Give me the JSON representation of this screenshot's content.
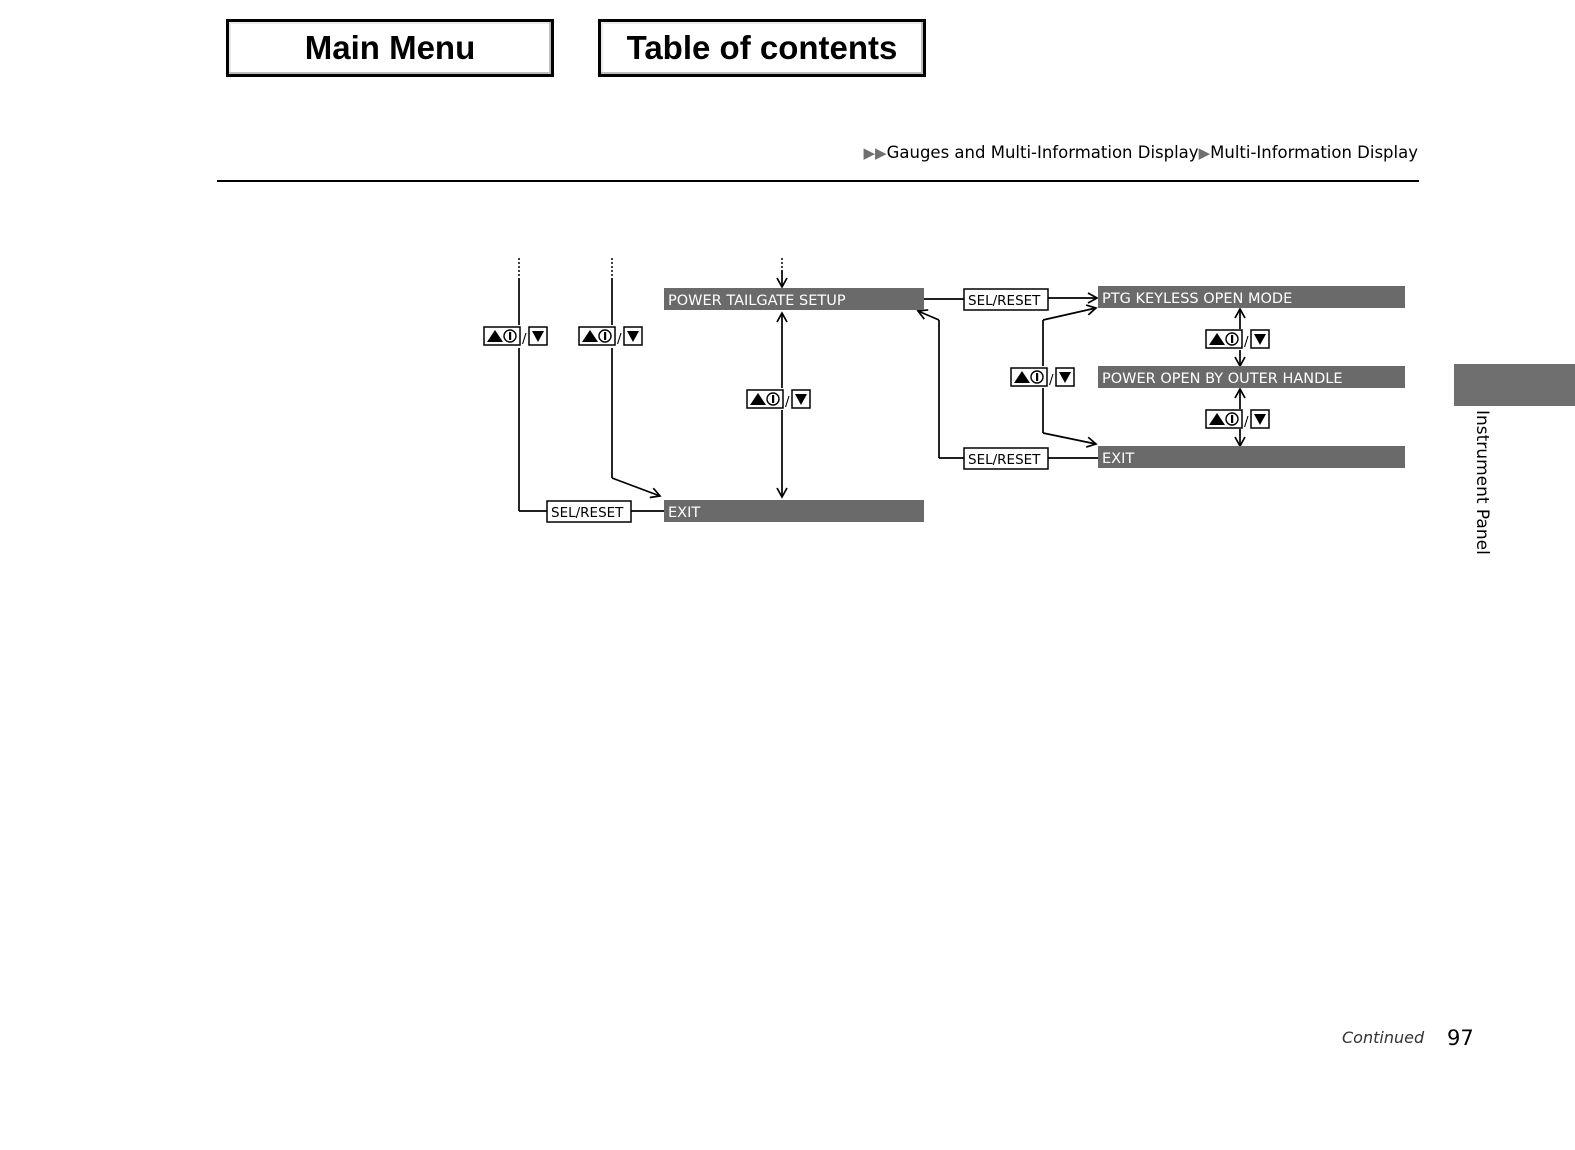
{
  "nav": {
    "main_menu": "Main Menu",
    "table_of_contents": "Table of contents"
  },
  "breadcrumb": {
    "arrows": "▶▶",
    "section": "Gauges and Multi-Information Display",
    "separator": "▶",
    "page": "Multi-Information Display"
  },
  "sidebar": {
    "label": "Instrument Panel"
  },
  "diagram": {
    "menu_items": {
      "power_tailgate_setup": "POWER TAILGATE SETUP",
      "exit_left": "EXIT",
      "ptg_keyless_open_mode": "PTG KEYLESS OPEN MODE",
      "power_open_by_outer_handle": "POWER OPEN BY OUTER HANDLE",
      "exit_right": "EXIT"
    },
    "buttons": {
      "sel_reset": "SEL/RESET",
      "up_down_slash": "/"
    }
  },
  "footer": {
    "continued": "Continued",
    "page_number": "97"
  },
  "colors": {
    "menu_bar": "#6a6a6a",
    "side_tab": "#6f6f6f"
  }
}
